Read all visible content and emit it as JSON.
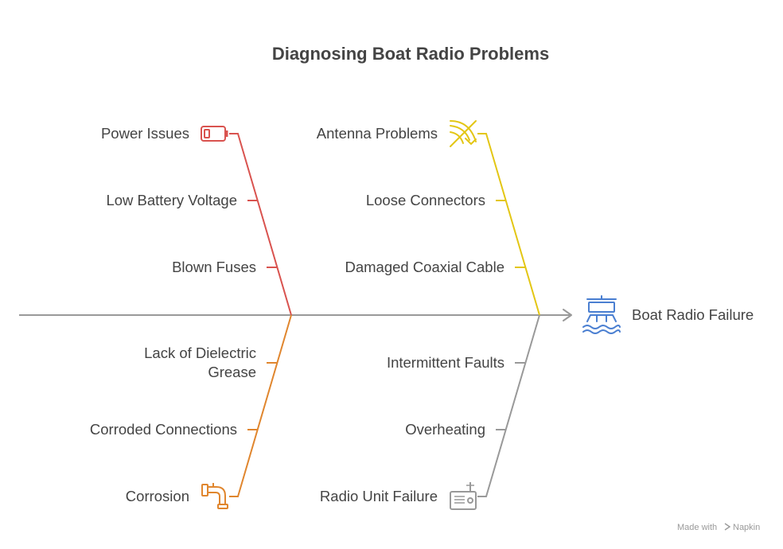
{
  "title": "Diagnosing Boat Radio Problems",
  "effect": {
    "label": "Boat Radio Failure",
    "icon": "boat-icon",
    "color": "#4a7fd1"
  },
  "categories": [
    {
      "key": "power",
      "label": "Power Issues",
      "icon": "battery-icon",
      "color": "#d9534f",
      "causes": [
        "Low Battery Voltage",
        "Blown Fuses"
      ]
    },
    {
      "key": "antenna",
      "label": "Antenna Problems",
      "icon": "antenna-icon",
      "color": "#e3c614",
      "causes": [
        "Loose Connectors",
        "Damaged Coaxial Cable"
      ]
    },
    {
      "key": "corrosion",
      "label": "Corrosion",
      "icon": "pipe-icon",
      "color": "#e0862e",
      "causes": [
        "Lack of Dielectric Grease",
        "Corroded Connections"
      ]
    },
    {
      "key": "radio",
      "label": "Radio Unit Failure",
      "icon": "radio-icon",
      "color": "#999999",
      "causes": [
        "Intermittent Faults",
        "Overheating"
      ]
    }
  ],
  "spine_color": "#999999",
  "watermark": {
    "prefix": "Made with",
    "brand": "Napkin"
  }
}
